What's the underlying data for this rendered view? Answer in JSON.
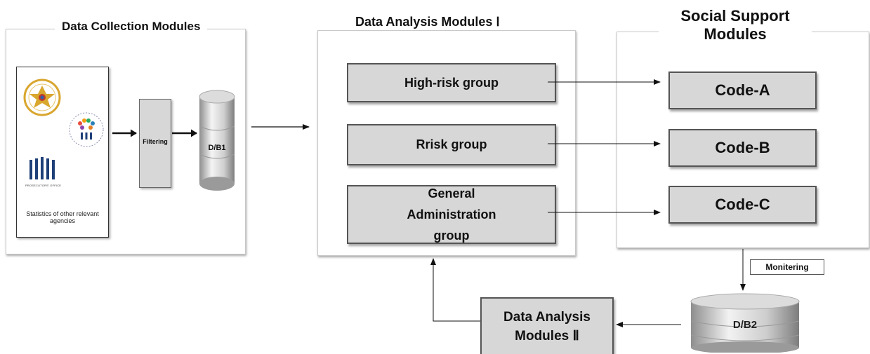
{
  "modules": {
    "collection": {
      "title": "Data Collection Modules",
      "sources": {
        "prosecutors_office": "PROSECUTORS' OFFICE",
        "other_agencies": "Statistics of other relevant agencies"
      },
      "filter_label": "Filtering",
      "db_label": "D/B1"
    },
    "analysis1": {
      "title": "Data Analysis Modules Ⅰ",
      "groups": [
        "High-risk group",
        "Rrisk group",
        "General Administration group"
      ]
    },
    "support": {
      "title_line1": "Social Support",
      "title_line2": "Modules",
      "codes": [
        "Code-A",
        "Code-B",
        "Code-C"
      ]
    },
    "monitoring_label": "Monitering",
    "db2_label": "D/B2",
    "analysis2": {
      "line1": "Data Analysis",
      "line2": "Modules Ⅱ"
    }
  },
  "colors": {
    "box_fill": "#d7d7d7",
    "box_border": "#555555",
    "panel_border": "#c9c9c9",
    "police_emblem": "#d9a62e",
    "prosecutor_blue": "#1f3f78"
  }
}
